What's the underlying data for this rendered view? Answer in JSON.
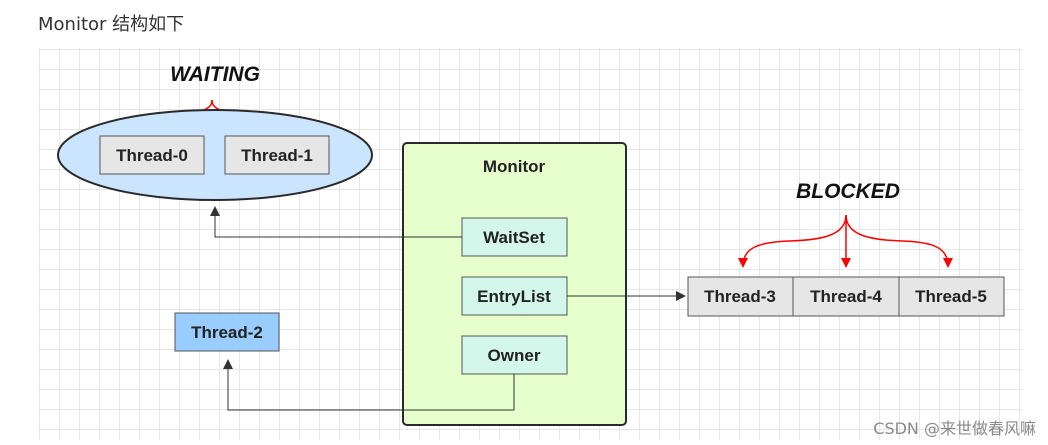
{
  "heading": "Monitor 结构如下",
  "diagram": {
    "waiting_label": "WAITING",
    "blocked_label": "BLOCKED",
    "monitor_title": "Monitor",
    "wait_threads": [
      "Thread-0",
      "Thread-1"
    ],
    "monitor_slots": [
      "WaitSet",
      "EntryList",
      "Owner"
    ],
    "owner_thread": "Thread-2",
    "blocked_threads": [
      "Thread-3",
      "Thread-4",
      "Thread-5"
    ]
  },
  "watermark": "CSDN @来世做春风嘛",
  "colors": {
    "ellipse_fill": "#cce5ff",
    "monitor_fill": "#e6ffcc",
    "slot_fill": "#d4f7ec",
    "owner_thread_fill": "#99ccff",
    "thread_fill": "#e6e6e6",
    "red_arrow": "#ff0000"
  }
}
